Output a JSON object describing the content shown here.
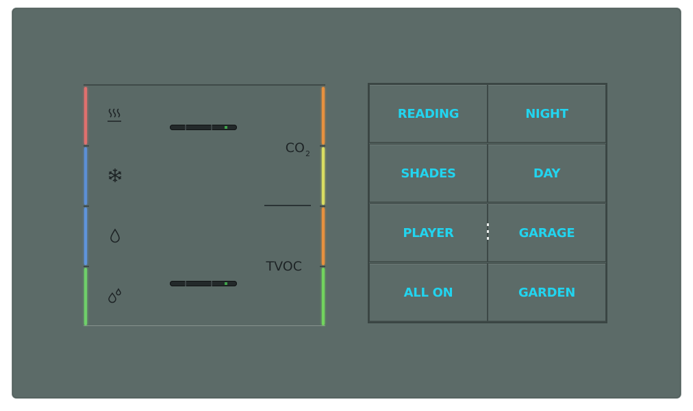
{
  "sensor_module": {
    "icons": [
      "heat-icon",
      "snowflake-icon",
      "water-drop-icon",
      "humidity-icon"
    ],
    "co2_label": "CO",
    "co2_subscript": "2",
    "tvoc_label": "TVOC",
    "led_colors": {
      "left": [
        "#e0706e",
        "#5c8fd6",
        "#5f94dc",
        "#6fcf6a"
      ],
      "right": [
        "#e8913f",
        "#d9dd62",
        "#e8913f",
        "#72d45e"
      ]
    }
  },
  "keypad": {
    "text_color": "#22d4ef",
    "keys": [
      {
        "label": "READING"
      },
      {
        "label": "NIGHT"
      },
      {
        "label": "SHADES"
      },
      {
        "label": "DAY"
      },
      {
        "label": "PLAYER"
      },
      {
        "label": "GARAGE"
      },
      {
        "label": "ALL ON"
      },
      {
        "label": "GARDEN"
      }
    ]
  }
}
